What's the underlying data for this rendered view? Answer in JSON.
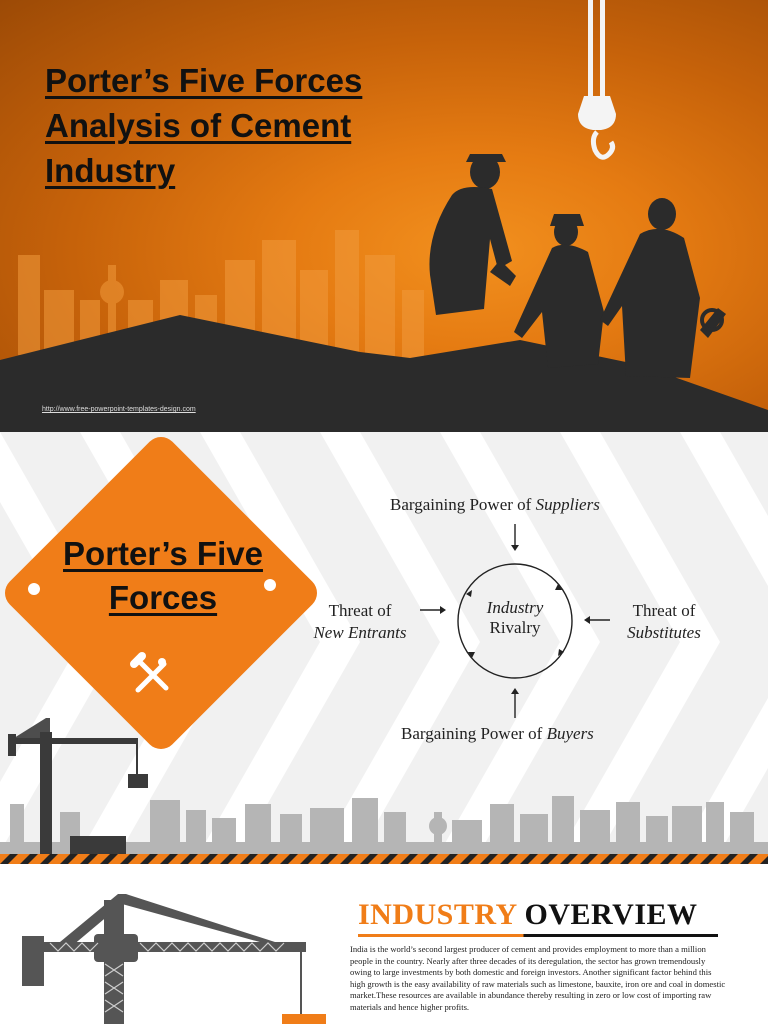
{
  "slide1": {
    "title": "Porter’s Five Forces Analysis of Cement Industry",
    "url": "http://www.free-powerpoint-templates-design.com"
  },
  "slide2": {
    "sign_title": "Porter’s Five Forces",
    "diagram": {
      "top": {
        "prefix": "Bargaining Power of ",
        "emph": "Suppliers"
      },
      "bottom": {
        "prefix": "Bargaining Power of ",
        "emph": "Buyers"
      },
      "left": {
        "line1": "Threat of",
        "line2": "New Entrants"
      },
      "right": {
        "line1": "Threat of",
        "line2": "Substitutes"
      },
      "center": {
        "line1": "Industry",
        "line2": "Rivalry"
      }
    }
  },
  "slide3": {
    "title_word1": "INDUSTRY",
    "title_word2": "OVERVIEW",
    "body": "India is the world’s second  largest producer of cement and provides employment to more than a million people in the country.  Nearly after three decades of its deregulation,  the sector has grown tremendously owing to large investments by both domestic and foreign investors. Another significant factor behind this high growth is the easy availability of raw materials such as limestone, bauxite, iron ore and coal in domestic market.These resources are available in abundance thereby resulting in zero or low cost of importing raw materials and hence higher profits."
  },
  "colors": {
    "accent_orange": "#f07d18",
    "dark": "#2a2a2a",
    "skyline_gray": "#b5b5b5"
  },
  "icons": [
    "crane-hook-icon",
    "tools-icon",
    "tower-crane-icon"
  ]
}
